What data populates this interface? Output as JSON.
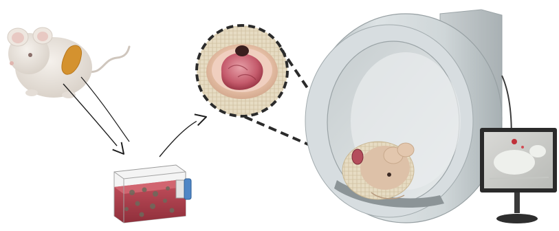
{
  "diagram": {
    "steps": [
      {
        "id": "donor-mouse",
        "icon": "mouse-with-tumor-icon"
      },
      {
        "id": "culture-flask",
        "icon": "cell-culture-flask-icon"
      },
      {
        "id": "zoomed-tumor-view",
        "icon": "magnified-tissue-icon"
      },
      {
        "id": "imaging-scanner",
        "icon": "ring-scanner-icon"
      },
      {
        "id": "recipient-mouse",
        "icon": "mouse-in-scanner-icon"
      },
      {
        "id": "display-monitor",
        "icon": "monitor-icon"
      }
    ],
    "colors": {
      "mouse_fur": "#e9e3dc",
      "tumor": "#d4922f",
      "culture_medium": "#b8434f",
      "scanner_body": "#cdd4d6",
      "dashed_line": "#2b2b2b",
      "monitor_frame": "#2a2a2a"
    }
  }
}
